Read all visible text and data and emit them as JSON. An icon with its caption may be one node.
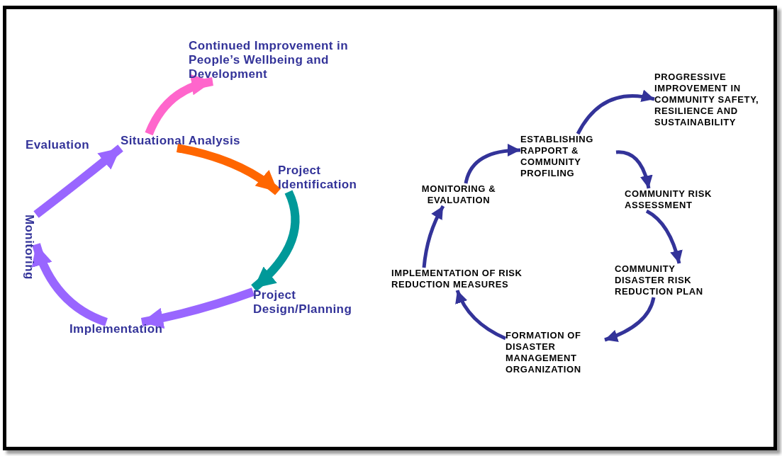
{
  "diagram": {
    "nodes": [
      {
        "text": [
          "Continued Improvement in People’s Wellbeing and Development"
        ]
      },
      {
        "text": [
          "Situational Analysis"
        ]
      },
      {
        "text": [
          "Project Identification"
        ]
      },
      {
        "text": [
          "Monitoring"
        ]
      },
      {
        "text": [
          "Project Design/Planning"
        ]
      },
      {
        "text": [
          "Implementation"
        ]
      },
      {
        "text": [
          "PROGRESSIVE IMPROVEMENT IN COMMUNITY SAFETY, RESILIENCE AND SUSTAINABILITY"
        ]
      },
      {
        "text": [
          "ESTABLISHING RAPPORT & COMMUNITY PROFILING"
        ]
      },
      {
        "text": [
          "MONITORING & EVALUATION"
        ]
      },
      {
        "text": [
          "COMMUNITY RISK ASSESSMENT"
        ]
      },
      {
        "text": [
          "IMPLEMENTATION OF RISK REDUCTION MEASURES"
        ]
      },
      {
        "text": [
          "COMMUNITY DISASTER RISK REDUCTION PLAN"
        ]
      },
      {
        "text": [
          "FORMATION OF DISASTER MANAGEMENT ORGANIZATION"
        ]
      }
    ],
    "edges": [
      {
        "from": 1,
        "to": 0,
        "arrow": "to",
        "style": "thick",
        "color": "#ff66cc"
      },
      {
        "from": 1,
        "to": 2,
        "arrow": "to",
        "style": "thick",
        "color": "#ff6600"
      },
      {
        "from": 2,
        "to": 4,
        "arrow": "to",
        "style": "thick",
        "color": "#009999"
      },
      {
        "from": 4,
        "to": 5,
        "arrow": "to",
        "style": "thick",
        "color": "#9966ff"
      },
      {
        "from": 5,
        "to": 3,
        "arrow": "to",
        "style": "thick",
        "color": "#9966ff"
      },
      {
        "from": 3,
        "to": 1,
        "arrow": "to",
        "style": "thick",
        "color": "#9966ff"
      },
      {
        "from": 7,
        "to": 6,
        "arrow": "to"
      },
      {
        "from": 7,
        "to": 9,
        "arrow": "to"
      },
      {
        "from": 9,
        "to": 11,
        "arrow": "to"
      },
      {
        "from": 11,
        "to": 12,
        "arrow": "to"
      },
      {
        "from": 12,
        "to": 10,
        "arrow": "to"
      },
      {
        "from": 10,
        "to": 8,
        "arrow": "to"
      },
      {
        "from": 8,
        "to": 7,
        "arrow": "to"
      }
    ],
    "labels": [
      "Evaluation"
    ]
  }
}
